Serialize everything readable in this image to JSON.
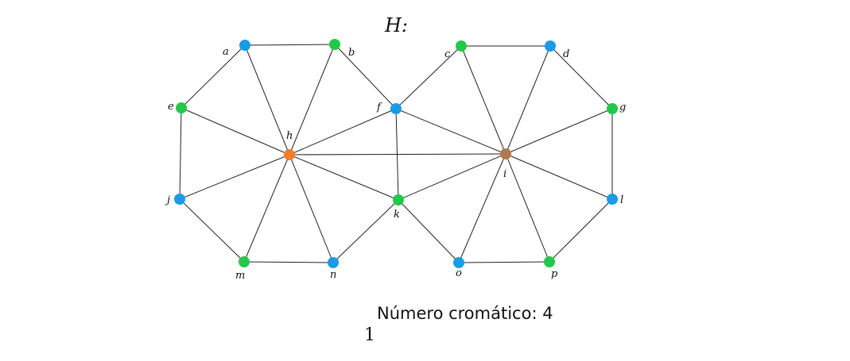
{
  "title": "H:",
  "chromatic_label": "Número cromático: 4",
  "page_number": "1",
  "colors": {
    "blue": "#1a9be6",
    "green": "#22c84a",
    "orange": "#f47d28",
    "brown": "#b07a4e"
  },
  "nodes": [
    {
      "id": "a",
      "label": "a",
      "color": "blue"
    },
    {
      "id": "b",
      "label": "b",
      "color": "green"
    },
    {
      "id": "c",
      "label": "c",
      "color": "green"
    },
    {
      "id": "d",
      "label": "d",
      "color": "blue"
    },
    {
      "id": "e",
      "label": "e",
      "color": "green"
    },
    {
      "id": "f",
      "label": "f",
      "color": "blue"
    },
    {
      "id": "g",
      "label": "g",
      "color": "green"
    },
    {
      "id": "h",
      "label": "h",
      "color": "orange"
    },
    {
      "id": "i",
      "label": "i",
      "color": "brown"
    },
    {
      "id": "j",
      "label": "j",
      "color": "blue"
    },
    {
      "id": "k",
      "label": "k",
      "color": "green"
    },
    {
      "id": "l",
      "label": "l",
      "color": "blue"
    },
    {
      "id": "m",
      "label": "m",
      "color": "green"
    },
    {
      "id": "n",
      "label": "n",
      "color": "blue"
    },
    {
      "id": "o",
      "label": "o",
      "color": "blue"
    },
    {
      "id": "p",
      "label": "p",
      "color": "green"
    }
  ],
  "edges": [
    [
      "a",
      "b"
    ],
    [
      "b",
      "f"
    ],
    [
      "f",
      "k"
    ],
    [
      "k",
      "n"
    ],
    [
      "n",
      "m"
    ],
    [
      "m",
      "j"
    ],
    [
      "j",
      "e"
    ],
    [
      "e",
      "a"
    ],
    [
      "h",
      "a"
    ],
    [
      "h",
      "b"
    ],
    [
      "h",
      "f"
    ],
    [
      "h",
      "k"
    ],
    [
      "h",
      "n"
    ],
    [
      "h",
      "m"
    ],
    [
      "h",
      "j"
    ],
    [
      "h",
      "e"
    ],
    [
      "c",
      "d"
    ],
    [
      "d",
      "g"
    ],
    [
      "g",
      "l"
    ],
    [
      "l",
      "p"
    ],
    [
      "p",
      "o"
    ],
    [
      "o",
      "k"
    ],
    [
      "f",
      "c"
    ],
    [
      "i",
      "c"
    ],
    [
      "i",
      "d"
    ],
    [
      "i",
      "g"
    ],
    [
      "i",
      "l"
    ],
    [
      "i",
      "p"
    ],
    [
      "i",
      "o"
    ],
    [
      "i",
      "k"
    ],
    [
      "i",
      "f"
    ],
    [
      "h",
      "i"
    ]
  ]
}
